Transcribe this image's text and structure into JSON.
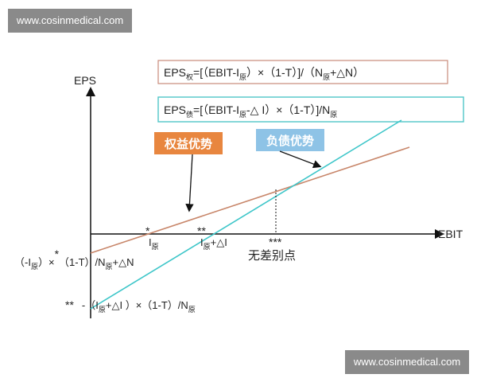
{
  "watermark": {
    "text": "www.cosinmedical.com"
  },
  "axes": {
    "y_label": "EPS",
    "x_label": "EBIT"
  },
  "formulas": {
    "equity": {
      "main": "EPS",
      "sub1": "权",
      "part2": "=[（EBIT-I",
      "sub2": "原",
      "part3": "）×（1-T）]/（N",
      "sub3": "原",
      "part4": "+△N）"
    },
    "debt": {
      "main": "EPS",
      "sub1": "债",
      "part2": "=[（EBIT-I",
      "sub2": "原",
      "part3": "-△ I）×（1-T）]/N",
      "sub3": "原"
    }
  },
  "labels": {
    "equity_advantage": "权益优势",
    "debt_advantage": "负债优势",
    "indifference_point": "无差别点"
  },
  "intercepts": {
    "x_equity": {
      "mark": "*",
      "text": "I",
      "sub": "原"
    },
    "x_debt": {
      "mark": "**",
      "text": "I",
      "sub": "原",
      "tail": "+△I"
    },
    "x_indiff": {
      "mark": "***"
    },
    "y_equity": {
      "text": "（-I",
      "sub": "原",
      "tail": "）×",
      "mark": "*",
      "tail2": "（1-T）/N",
      "sub2": "原",
      "tail3": "+△N"
    },
    "y_debt": {
      "mark": "**",
      "text": "-（I",
      "sub": "原",
      "tail": "+△I ）×（1-T）/N",
      "sub2": "原"
    }
  },
  "colors": {
    "equity_line": "#c8866a",
    "debt_line": "#3ec6c9",
    "equity_label_bg": "#e8863f",
    "debt_label_bg": "#8ec3e6",
    "formula1_border": "#c98a7a",
    "formula2_border": "#4fc6c8"
  }
}
